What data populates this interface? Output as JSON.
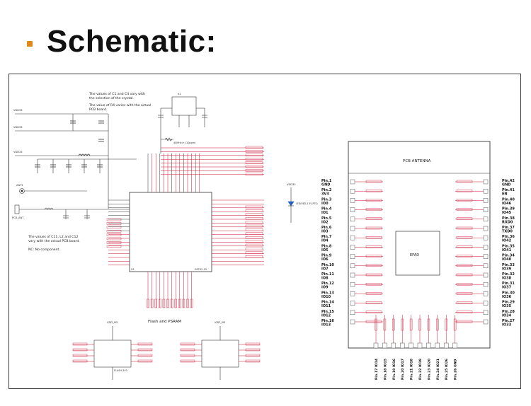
{
  "header": {
    "title": "Schematic:",
    "bullet_color": "#e08a1e"
  },
  "notes": {
    "crystal_1": "The values of C1 and C4 vary with",
    "crystal_2": "the selection of the crystal.",
    "r4_1": "The value of R4 varies with the actual",
    "r4_2": "PCB board.",
    "rf_1": "The values of C11, L2 and C12",
    "rf_2": "vary with the actual PCB board.",
    "nc": "NC: No component."
  },
  "labels": {
    "vddd3": "VDD33",
    "gnd": "GND",
    "ant": "ANT1",
    "pcb_ant": "PCB_ANT",
    "chip_label": "U1",
    "chip_part": "ESP32-S2",
    "crystal_ref": "X1",
    "crystal_freq": "40MHz(+/-10ppm)",
    "flash_title": "Flash and PSRAM",
    "vdd_spi": "VDD_SPI",
    "flash_part": "FLASH-3V3",
    "led_part": "LED(RED,3.3V,RTS)",
    "pcb_antenna": "PCB ANTENNA",
    "epad": "EPAD"
  },
  "module_pins_left": [
    {
      "num": "Pin.1",
      "name": "GND"
    },
    {
      "num": "Pin.2",
      "name": "3V3"
    },
    {
      "num": "Pin.3",
      "name": "IO0"
    },
    {
      "num": "Pin.4",
      "name": "IO1"
    },
    {
      "num": "Pin.5",
      "name": "IO2"
    },
    {
      "num": "Pin.6",
      "name": "IO3"
    },
    {
      "num": "Pin.7",
      "name": "IO4"
    },
    {
      "num": "Pin.8",
      "name": "IO5"
    },
    {
      "num": "Pin.9",
      "name": "IO6"
    },
    {
      "num": "Pin.10",
      "name": "IO7"
    },
    {
      "num": "Pin.11",
      "name": "IO8"
    },
    {
      "num": "Pin.12",
      "name": "IO9"
    },
    {
      "num": "Pin.13",
      "name": "IO10"
    },
    {
      "num": "Pin.14",
      "name": "IO11"
    },
    {
      "num": "Pin.15",
      "name": "IO12"
    },
    {
      "num": "Pin.16",
      "name": "IO13"
    }
  ],
  "module_pins_right": [
    {
      "num": "Pin.42",
      "name": "GND"
    },
    {
      "num": "Pin.41",
      "name": "EN"
    },
    {
      "num": "Pin.40",
      "name": "IO46"
    },
    {
      "num": "Pin.39",
      "name": "IO45"
    },
    {
      "num": "Pin.38",
      "name": "RXD0"
    },
    {
      "num": "Pin.37",
      "name": "TXD0"
    },
    {
      "num": "Pin.36",
      "name": "IO42"
    },
    {
      "num": "Pin.35",
      "name": "IO41"
    },
    {
      "num": "Pin.34",
      "name": "IO40"
    },
    {
      "num": "Pin.33",
      "name": "IO39"
    },
    {
      "num": "Pin.32",
      "name": "IO38"
    },
    {
      "num": "Pin.31",
      "name": "IO37"
    },
    {
      "num": "Pin.30",
      "name": "IO36"
    },
    {
      "num": "Pin.29",
      "name": "IO35"
    },
    {
      "num": "Pin.28",
      "name": "IO34"
    },
    {
      "num": "Pin.27",
      "name": "IO33"
    }
  ],
  "module_pins_bottom": [
    {
      "num": "Pin.17",
      "name": "IO14"
    },
    {
      "num": "Pin.18",
      "name": "IO15"
    },
    {
      "num": "Pin.19",
      "name": "IO16"
    },
    {
      "num": "Pin.20",
      "name": "IO17"
    },
    {
      "num": "Pin.21",
      "name": "IO18"
    },
    {
      "num": "Pin.22",
      "name": "IO19"
    },
    {
      "num": "Pin.23",
      "name": "IO20"
    },
    {
      "num": "Pin.24",
      "name": "IO21"
    },
    {
      "num": "Pin.25",
      "name": "IO26"
    },
    {
      "num": "Pin.26",
      "name": "GND"
    }
  ],
  "colors": {
    "wire": "#c8102e",
    "line": "#333333",
    "tag": "#c8102e"
  }
}
